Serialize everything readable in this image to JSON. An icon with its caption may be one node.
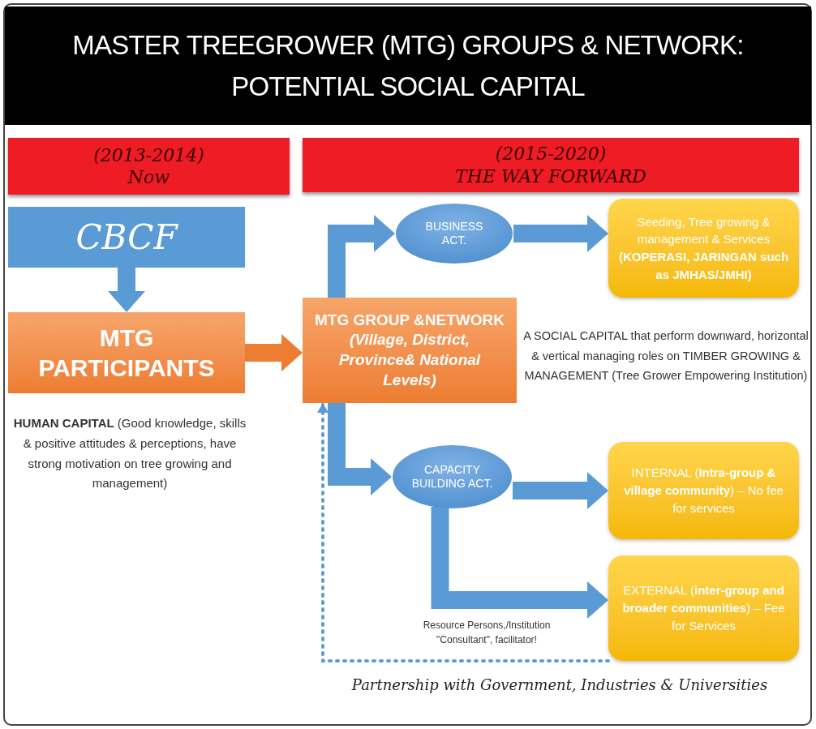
{
  "diagram": {
    "title": "MASTER TREEGROWER (MTG) GROUPS & NETWORK: POTENTIAL SOCIAL CAPITAL",
    "nodes": [
      {
        "text": [
          "(2013-2014)",
          "Now"
        ]
      },
      {
        "text": [
          "(2015-2020)",
          "THE WAY FORWARD"
        ]
      },
      {
        "text": [
          "CBCF"
        ]
      },
      {
        "text": [
          "MTG PARTICIPANTS"
        ]
      },
      {
        "text": [
          "MTG GROUP &NETWORK *(Village, District, Province& National Levels)*"
        ]
      },
      {
        "text": [
          "BUSINESS ACT."
        ]
      },
      {
        "text": [
          "Seeding, Tree growing & management & Services **(KOPERASI, JARINGAN such as JMHAS/JMHI)**"
        ]
      },
      {
        "text": [
          "CAPACITY BUILDING ACT."
        ]
      },
      {
        "text": [
          "INTERNAL (**Intra-group & village community**) – No fee for services"
        ]
      },
      {
        "text": [
          "EXTERNAL (**inter-group and broader communities**) – Fee for Services"
        ]
      }
    ],
    "edges": [
      {
        "from": 2,
        "to": 3,
        "arrow": "to"
      },
      {
        "from": 3,
        "to": 4,
        "arrow": "to",
        "color": "#ed7d31"
      },
      {
        "from": 4,
        "to": 5,
        "arrow": "to"
      },
      {
        "from": 5,
        "to": 6,
        "arrow": "to"
      },
      {
        "from": 4,
        "to": 7,
        "arrow": "to"
      },
      {
        "from": 7,
        "to": 8,
        "arrow": "to"
      },
      {
        "from": 7,
        "to": 9,
        "arrow": "to"
      },
      {
        "from": 9,
        "to": 4,
        "arrow": "to",
        "style": "dashed"
      }
    ],
    "labels": [
      "**HUMAN CAPITAL** (Good knowledge, skills & positive attitudes & perceptions, have strong motivation on tree growing and management)",
      "A SOCIAL CAPITAL that perform downward, horizontal & vertical managing roles on TIMBER GROWING & MANAGEMENT (Tree Grower Empowering Institution)",
      "Resource Persons,/Institution \"Consultant\", facilitator!",
      "Partnership with Government, Industries & Universities"
    ]
  }
}
